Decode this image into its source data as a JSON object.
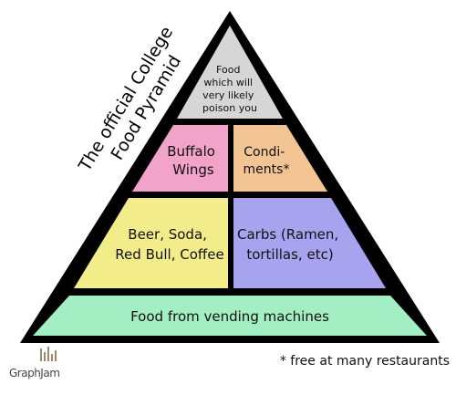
{
  "title": {
    "line1": "The official College",
    "line2": "Food Pyramid"
  },
  "tiers": {
    "top": {
      "lines": [
        "Food",
        "which will",
        "very likely",
        "poison you"
      ],
      "color": "#d6d6d6"
    },
    "wings": {
      "lines": [
        "Buffalo",
        "Wings"
      ],
      "color": "#f1a3c9"
    },
    "condiments": {
      "lines": [
        "Condi-",
        "ments*"
      ],
      "color": "#f2c494"
    },
    "drinks": {
      "lines": [
        "Beer, Soda,",
        "Red Bull, Coffee"
      ],
      "color": "#f3ec8a"
    },
    "carbs": {
      "lines": [
        "Carbs (Ramen,",
        "tortillas, etc)"
      ],
      "color": "#a8a3ee"
    },
    "base": {
      "lines": [
        "Food from vending machines"
      ],
      "color": "#a3efc3"
    }
  },
  "footnote": "* free at many restaurants",
  "logo": {
    "text": "GraphJam"
  }
}
